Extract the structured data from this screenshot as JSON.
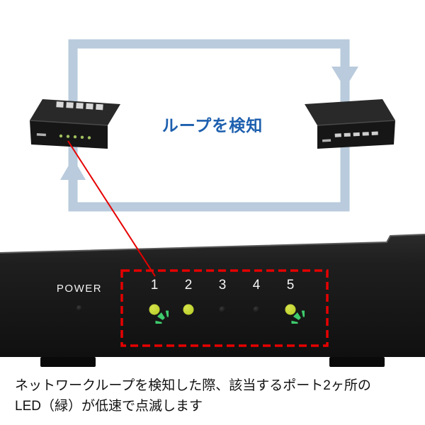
{
  "diagram": {
    "loop_label": "ループを検知"
  },
  "panel": {
    "power_label": "POWER",
    "ports": [
      "1",
      "2",
      "3",
      "4",
      "5"
    ],
    "led_states": [
      "blinking-green",
      "on-green",
      "off",
      "off",
      "blinking-green"
    ]
  },
  "caption": {
    "line1": "ネットワークループを検知した際、該当するポート2ヶ所の",
    "line2": "LED（緑）が低速で点滅します"
  },
  "colors": {
    "arrow_blue": "#b9cbdc",
    "label_blue": "#1d5fae",
    "alert_red": "#e60000",
    "led_green": "#bcd22f",
    "ray_green": "#3ecb6c"
  }
}
